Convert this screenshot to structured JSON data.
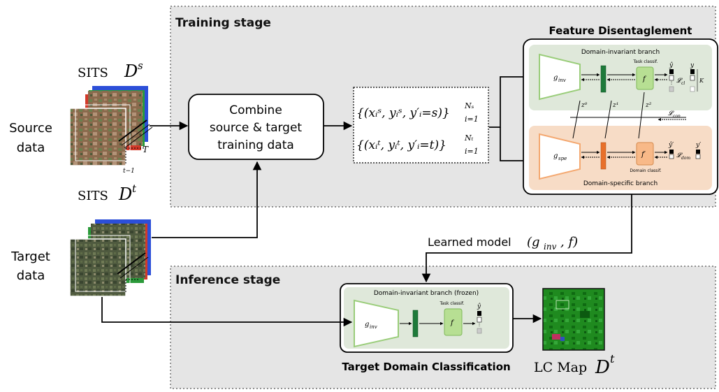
{
  "stages": {
    "training": "Training stage",
    "inference": "Inference stage"
  },
  "inputs": {
    "sits_source": {
      "prefix": "SITS",
      "var": "D",
      "sup": "s"
    },
    "sits_target": {
      "prefix": "SITS",
      "var": "D",
      "sup": "t"
    },
    "source_label": [
      "Source",
      "data"
    ],
    "target_label": [
      "Target",
      "data"
    ],
    "axis_T": "T",
    "axis_t1": "t−1"
  },
  "combine_box": {
    "lines": [
      "Combine",
      "source & target",
      "training data"
    ]
  },
  "datasets": {
    "source_set": "{(xᵢˢ, yᵢˢ, y′ᵢ=s)}",
    "source_sup": "Nₛ",
    "source_sub": "i=1",
    "target_set": "{(xᵢᵗ, yᵢᵗ, y′ᵢ=t)}",
    "target_sup": "Nₜ",
    "target_sub": "i=1"
  },
  "feature_disentanglement": {
    "title": "Feature Disentaglement",
    "invariant_branch": "Domain-invariant branch",
    "specific_branch": "Domain-specific branch",
    "task_classif": "Task classif.",
    "domain_classif": "Domain classif.",
    "g_inv": "g",
    "g_inv_sub": "inv",
    "g_spe": "g",
    "g_spe_sub": "spe",
    "f": "f",
    "f_prime": "f′",
    "y_hat": "ŷ",
    "y": "y",
    "y_hat_prime": "ŷ′",
    "y_prime": "y′",
    "K": "K",
    "loss_cl": "𝓛",
    "loss_cl_sub": "cl",
    "loss_dom": "𝓛",
    "loss_dom_sub": "dom",
    "loss_con": "𝓛",
    "loss_con_sub": "con",
    "z0": "z⁰",
    "z1": "z¹",
    "z2": "z²"
  },
  "learned_model": {
    "text": "Learned model",
    "math": "(g",
    "math_sub": "inv",
    "math_end": ", f)"
  },
  "inference_box": {
    "branch": "Domain-invariant branch (frozen)",
    "task_classif": "Task classif.",
    "g_inv": "g",
    "g_inv_sub": "inv",
    "f": "f",
    "y_hat": "ŷ",
    "caption": "Target Domain Classification"
  },
  "output": {
    "prefix": "LC Map",
    "var": "D",
    "sup": "t"
  },
  "colors": {
    "stage_fill": "#e5e5e5",
    "stage_border": "#555555",
    "inv_branch": "#dfe8da",
    "spe_branch": "#f7dcc6",
    "encoder_green": "#9acd7a",
    "encoder_orange": "#f4a870",
    "feature_green": "#1e7a3a",
    "feature_orange": "#e8702a",
    "classif_green": "#b7df93",
    "classif_orange": "#f8b988"
  }
}
